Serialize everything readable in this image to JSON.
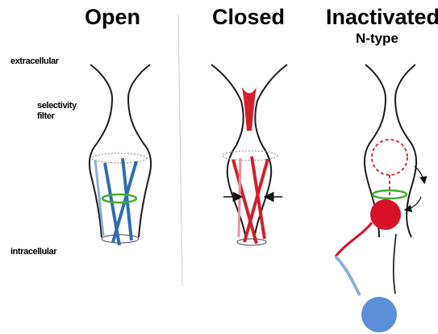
{
  "panels": {
    "open_title": "Open",
    "closed_title": "Closed",
    "inactivated_title": "Inactivated",
    "inactivated_subtitle": "N-type"
  },
  "labels": {
    "extracellular": "extracellular",
    "selectivity_filter_line1": "selectivity",
    "selectivity_filter_line2": "filter",
    "intracellular": "intracellular"
  },
  "colors": {
    "outline": "#1a1a1a",
    "open_helix": "#2f6db3",
    "closed_helix": "#d4202c",
    "gate_ring": "#3fae2a",
    "ball": "#d8102a",
    "chain_blue": "#8fb0e0",
    "ball_anchor": "#5b8fd6",
    "dotted": "#999999"
  }
}
